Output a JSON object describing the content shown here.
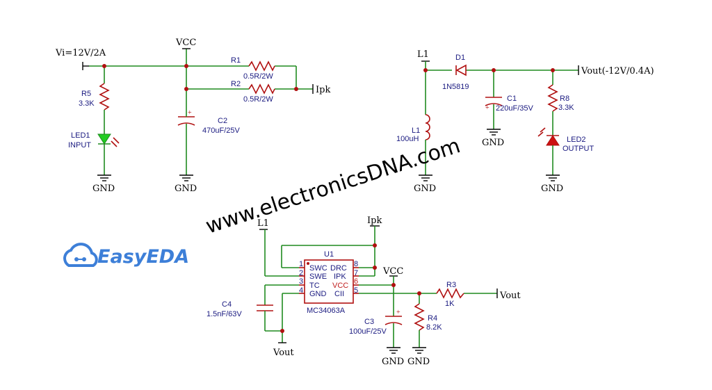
{
  "watermark": "www.electronicsDNA.com",
  "logo": {
    "text": "EasyEDA",
    "color": "#3d7fd8",
    "icon": "cloud-network-icon"
  },
  "colors": {
    "wire": "#1f8a1f",
    "component": "#b01010",
    "text": "#1a1a80"
  },
  "nets": {
    "vin": "Vi=12V/2A",
    "vcc_top": "VCC",
    "ipk_top": "Ipk",
    "l1_top": "L1",
    "vout_top": "Vout(-12V/0.4A)",
    "gnd_r5": "GND",
    "gnd_c2": "GND",
    "gnd_l1": "GND",
    "gnd_c1": "GND",
    "gnd_led2": "GND",
    "l1_ic": "L1",
    "ipk_ic": "Ipk",
    "vcc_ic": "VCC",
    "vout_r3": "Vout",
    "vout_c4": "Vout",
    "gnd_c3": "GND",
    "gnd_r4": "GND"
  },
  "components": {
    "r1": {
      "ref": "R1",
      "value": "0.5R/2W"
    },
    "r2": {
      "ref": "R2",
      "value": "0.5R/2W"
    },
    "r5": {
      "ref": "R5",
      "value": "3.3K"
    },
    "led1": {
      "ref": "LED1",
      "value": "INPUT"
    },
    "c2": {
      "ref": "C2",
      "value": "470uF/25V"
    },
    "d1": {
      "ref": "D1",
      "value": "1N5819"
    },
    "c1": {
      "ref": "C1",
      "value": "220uF/35V"
    },
    "l1": {
      "ref": "L1",
      "value": "100uH"
    },
    "r8": {
      "ref": "R8",
      "value": "3.3K"
    },
    "led2": {
      "ref": "LED2",
      "value": "OUTPUT"
    },
    "u1": {
      "ref": "U1",
      "value": "MC34063A"
    },
    "c4": {
      "ref": "C4",
      "value": "1.5nF/63V"
    },
    "c3": {
      "ref": "C3",
      "value": "100uF/25V"
    },
    "r3": {
      "ref": "R3",
      "value": "1K"
    },
    "r4": {
      "ref": "R4",
      "value": "8.2K"
    }
  },
  "ic_pins": {
    "left": [
      {
        "num": "1",
        "name": "SWC"
      },
      {
        "num": "2",
        "name": "SWE"
      },
      {
        "num": "3",
        "name": "TC"
      },
      {
        "num": "4",
        "name": "GND"
      }
    ],
    "right": [
      {
        "num": "8",
        "name": "DRC"
      },
      {
        "num": "7",
        "name": "IPK"
      },
      {
        "num": "6",
        "name": "VCC"
      },
      {
        "num": "5",
        "name": "CII"
      }
    ]
  }
}
